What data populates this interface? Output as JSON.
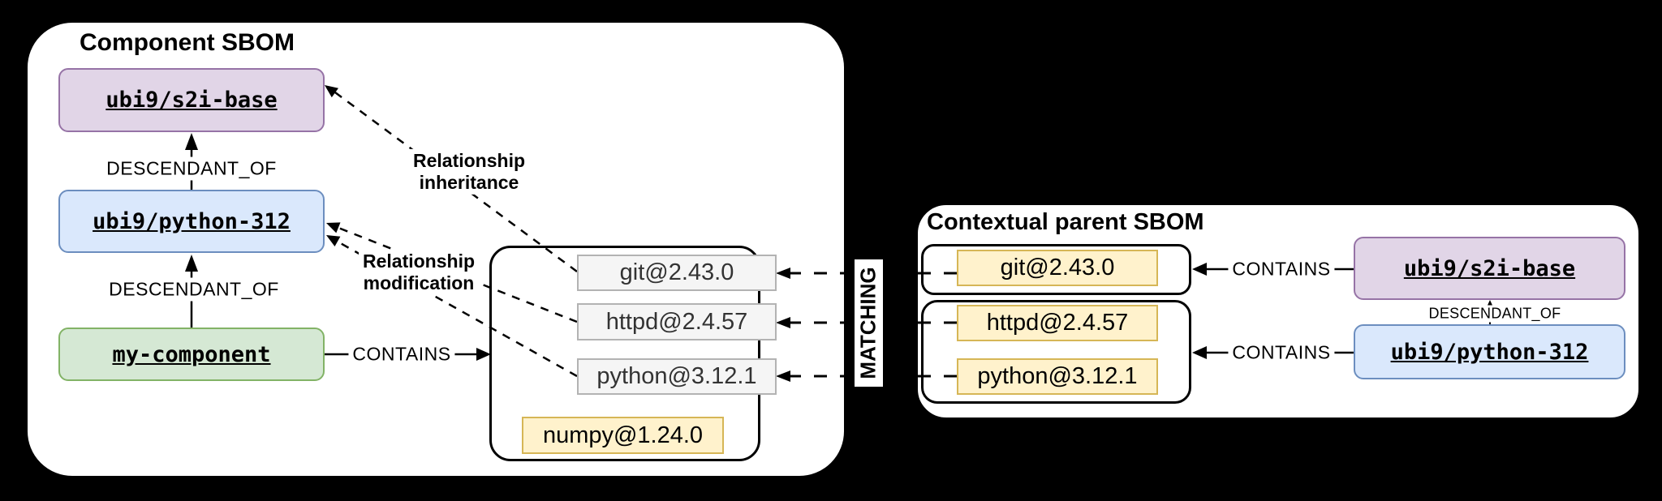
{
  "colors": {
    "background": "#000000",
    "panel": "#ffffff",
    "purple_fill": "#e1d5e7",
    "purple_border": "#9673a6",
    "blue_fill": "#dae8fc",
    "blue_border": "#6c8ebf",
    "green_fill": "#d5e8d4",
    "green_border": "#82b366",
    "yellow_fill": "#fff2cc",
    "yellow_border": "#d6b656",
    "gray_fill": "#f5f5f5",
    "gray_border": "#b3b3b3",
    "line": "#000000"
  },
  "component_sbom": {
    "title": "Component SBOM",
    "node_s2i_base": "ubi9/s2i-base",
    "node_python312": "ubi9/python-312",
    "node_my_component": "my-component",
    "edge_descendant_of_top": "DESCENDANT_OF",
    "edge_descendant_of_bottom": "DESCENDANT_OF",
    "edge_contains": "CONTAINS",
    "annotation_inheritance_line1": "Relationship",
    "annotation_inheritance_line2": "inheritance",
    "annotation_modification_line1": "Relationship",
    "annotation_modification_line2": "modification",
    "pkg_git": "git@2.43.0",
    "pkg_httpd": "httpd@2.4.57",
    "pkg_python": "python@3.12.1",
    "pkg_numpy": "numpy@1.24.0"
  },
  "matching": {
    "label": "MATCHING"
  },
  "contextual_parent_sbom": {
    "title": "Contextual parent SBOM",
    "pkg_git": "git@2.43.0",
    "pkg_httpd": "httpd@2.4.57",
    "pkg_python": "python@3.12.1",
    "edge_contains_top": "CONTAINS",
    "edge_contains_bottom": "CONTAINS",
    "edge_descendant_of": "DESCENDANT_OF",
    "node_s2i_base": "ubi9/s2i-base",
    "node_python312": "ubi9/python-312"
  }
}
